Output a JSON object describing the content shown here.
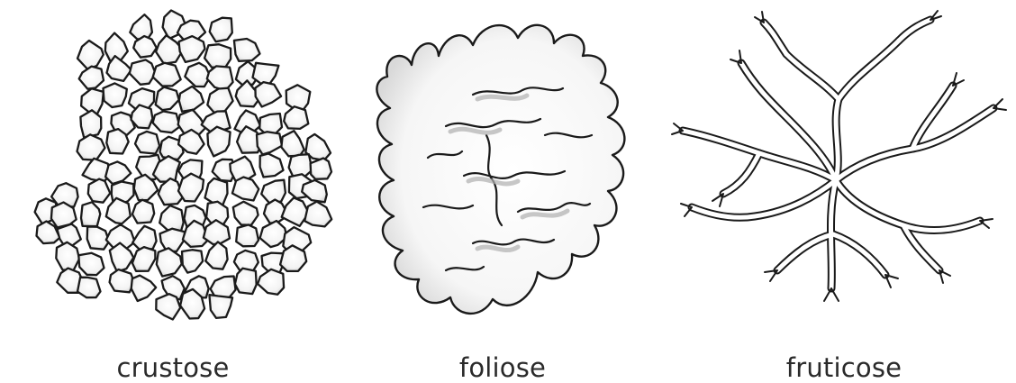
{
  "labels": {
    "crustose": "crustose",
    "foliose": "foliose",
    "fruticose": "fruticose"
  },
  "style": {
    "ink": "#1a1a1a",
    "shade": "#d4d4d4",
    "background": "#ffffff"
  }
}
